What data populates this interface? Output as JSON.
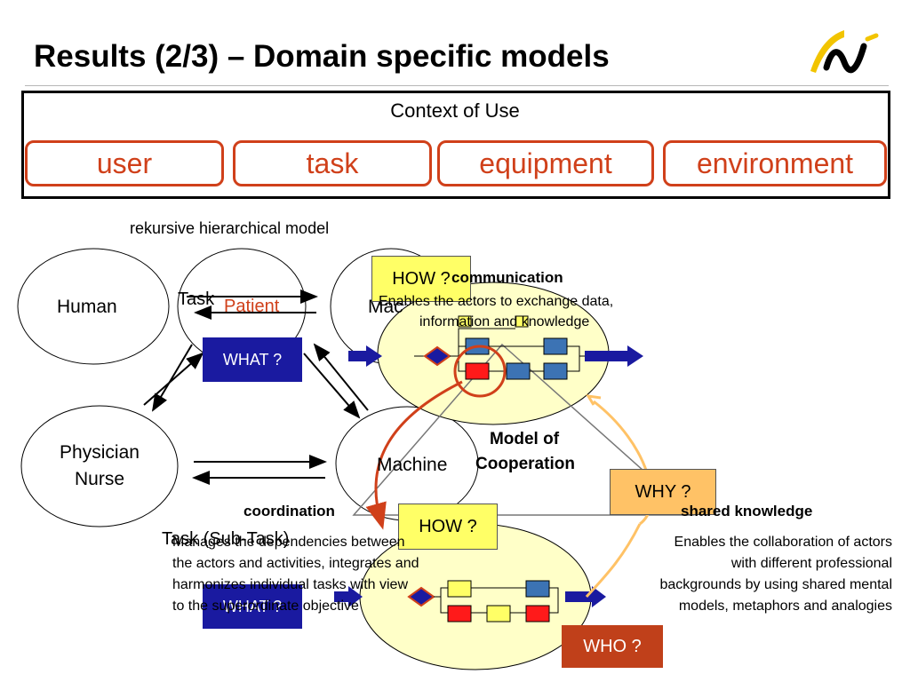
{
  "slide": {
    "title": "Results (2/3) – Domain specific models"
  },
  "context": {
    "title": "Context of Use",
    "items": [
      "user",
      "task",
      "equipment",
      "environment"
    ]
  },
  "diagram": {
    "subtitle": "rekursive hierarchical model",
    "ellipse_labels": {
      "human": "Human",
      "machine_top": "Mac",
      "physician_line1": "Physician",
      "physician_line2": "Nurse",
      "machine": "Machine"
    },
    "task_label": "Task",
    "patient_label": "Patient",
    "task_sub_label": "Task (Sub-Task)",
    "what_label": "WHAT ?",
    "how_label": "HOW ?",
    "why_label": "WHY ?",
    "who_label": "WHO ?",
    "model_label_line1": "Model of",
    "model_label_line2": "Cooperation",
    "communication": {
      "heading": "communication",
      "line1": "Enables the actors to exchange data,",
      "line2": "information and knowledge"
    },
    "coordination": {
      "heading": "coordination",
      "line1": "Manages the dependencies between",
      "line2": "the actors and activities, integrates and",
      "line3": "harmonizes individual tasks with view",
      "line4": "to the superordinate objective"
    },
    "shared_knowledge": {
      "heading": "shared knowledge",
      "line1": "Enables the collaboration of actors",
      "line2": "with different professional",
      "line3": "backgrounds by using shared mental",
      "line4": "models, metaphors and analogies"
    }
  },
  "colors": {
    "accent_orange": "#d0401a",
    "navy": "#1a1aa0",
    "yellow_box": "#ffff66",
    "orange_box": "#ffc266",
    "brick": "#c0401a",
    "pale_yellow": "#ffffc8",
    "block_blue": "#3c73b4",
    "block_red": "#ff1a1a"
  },
  "icons": {
    "logo": "yellow-swoosh-n-logo"
  }
}
